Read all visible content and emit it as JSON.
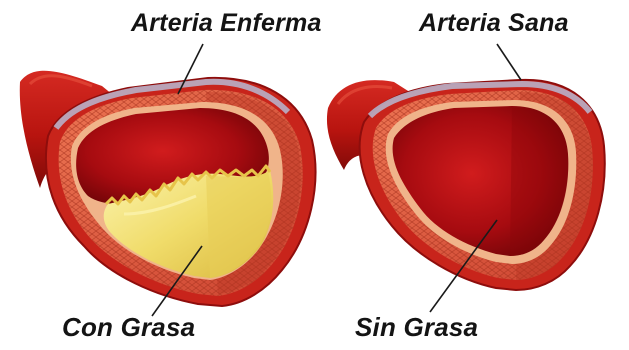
{
  "labels": {
    "diseased_title": "Arteria Enferma",
    "diseased_caption": "Con Grasa",
    "healthy_title": "Arteria Sana",
    "healthy_caption": "Sin Grasa"
  },
  "colors": {
    "background": "#ffffff",
    "vessel_outer": "#c81f1a",
    "vessel_dark": "#8e0d0c",
    "vessel_wall": "#e25a3f",
    "wall_mesh": "#a8321f",
    "lumen": "#b50e14",
    "lumen_dark": "#7a0508",
    "plaque": "#f0dc6a",
    "plaque_light": "#f8ee9c",
    "plaque_dark": "#d9b63c",
    "inner_lining": "#f0b48a",
    "adventitia": "#b8b0c8",
    "leader_line": "#1a1a1a",
    "text": "#141414"
  }
}
